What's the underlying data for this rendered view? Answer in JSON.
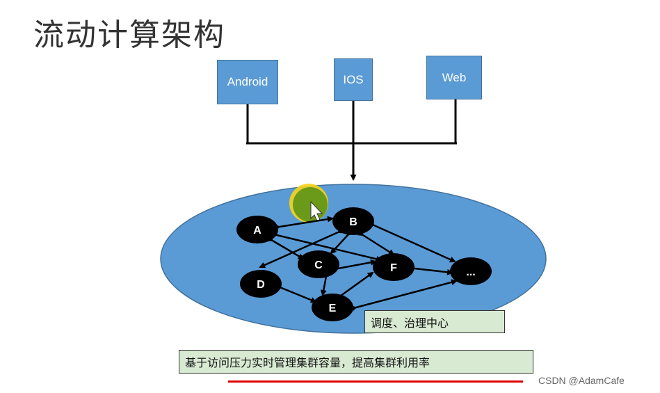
{
  "title": "流动计算架构",
  "clients": {
    "android": "Android",
    "ios": "IOS",
    "web": "Web"
  },
  "nodes": {
    "a": "A",
    "b": "B",
    "c": "C",
    "d": "D",
    "e": "E",
    "f": "F",
    "more": "..."
  },
  "notes": {
    "dispatch": "调度、治理中心",
    "capacity": "基于访问压力实时管理集群容量，提高集群利用率"
  },
  "watermark": "CSDN @AdamCafe",
  "colors": {
    "ellipse": "#5b9bd5",
    "client_box": "#5b9bd5",
    "node": "#000000",
    "note_bg": "#d9ead3",
    "underline": "#e00000",
    "cursor_highlight": "#f7d417"
  },
  "icons": {
    "cursor": "mouse-pointer-icon"
  }
}
